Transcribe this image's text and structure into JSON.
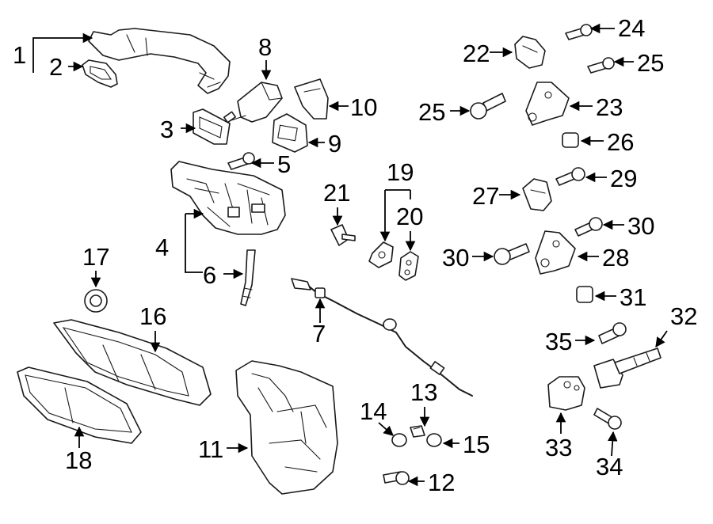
{
  "diagram": {
    "callouts": [
      {
        "id": "c1",
        "number": "1"
      },
      {
        "id": "c2",
        "number": "2"
      },
      {
        "id": "c3",
        "number": "3"
      },
      {
        "id": "c4",
        "number": "4"
      },
      {
        "id": "c5",
        "number": "5"
      },
      {
        "id": "c6",
        "number": "6"
      },
      {
        "id": "c7",
        "number": "7"
      },
      {
        "id": "c8",
        "number": "8"
      },
      {
        "id": "c9",
        "number": "9"
      },
      {
        "id": "c10",
        "number": "10"
      },
      {
        "id": "c11",
        "number": "11"
      },
      {
        "id": "c12",
        "number": "12"
      },
      {
        "id": "c13",
        "number": "13"
      },
      {
        "id": "c14",
        "number": "14"
      },
      {
        "id": "c15",
        "number": "15"
      },
      {
        "id": "c16",
        "number": "16"
      },
      {
        "id": "c17",
        "number": "17"
      },
      {
        "id": "c18",
        "number": "18"
      },
      {
        "id": "c19",
        "number": "19"
      },
      {
        "id": "c20",
        "number": "20"
      },
      {
        "id": "c21",
        "number": "21"
      },
      {
        "id": "c22",
        "number": "22"
      },
      {
        "id": "c23",
        "number": "23"
      },
      {
        "id": "c24",
        "number": "24"
      },
      {
        "id": "c25a",
        "number": "25"
      },
      {
        "id": "c25b",
        "number": "25"
      },
      {
        "id": "c26",
        "number": "26"
      },
      {
        "id": "c27",
        "number": "27"
      },
      {
        "id": "c28",
        "number": "28"
      },
      {
        "id": "c29",
        "number": "29"
      },
      {
        "id": "c30a",
        "number": "30"
      },
      {
        "id": "c30b",
        "number": "30"
      },
      {
        "id": "c31",
        "number": "31"
      },
      {
        "id": "c32",
        "number": "32"
      },
      {
        "id": "c33",
        "number": "33"
      },
      {
        "id": "c34",
        "number": "34"
      },
      {
        "id": "c35",
        "number": "35"
      }
    ]
  }
}
